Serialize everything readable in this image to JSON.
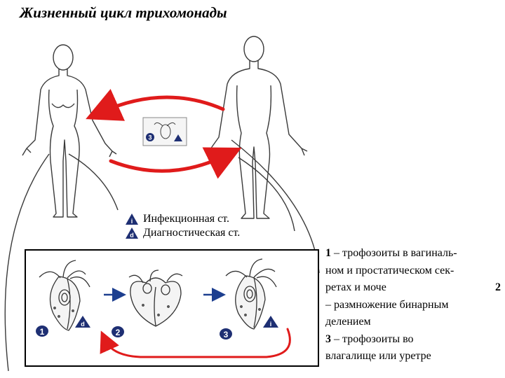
{
  "title": "Жизненный цикл трихомонады",
  "legend": {
    "infective_label": "Инфекционная ст.",
    "diagnostic_label": "Диагностическая ст.",
    "infective_letter": "i",
    "diagnostic_letter": "d"
  },
  "stages": [
    "1",
    "2",
    "3"
  ],
  "description": {
    "l1_num": "1",
    "l1": " – трофозоиты в вагиналь-",
    "l2": "ном и простатическом сек-",
    "l3": "ретах и моче",
    "l3_num": "2",
    "l4": "– размножение бинарным",
    "l5": "делением",
    "l6_num": "3",
    "l6": " – трофозоиты во",
    "l7": "влагалище или уретре"
  },
  "colors": {
    "arrow_red": "#e01b1b",
    "arrow_blue": "#1d3f8f",
    "badge_navy": "#1e2f73",
    "outline": "#3a3a3a"
  }
}
